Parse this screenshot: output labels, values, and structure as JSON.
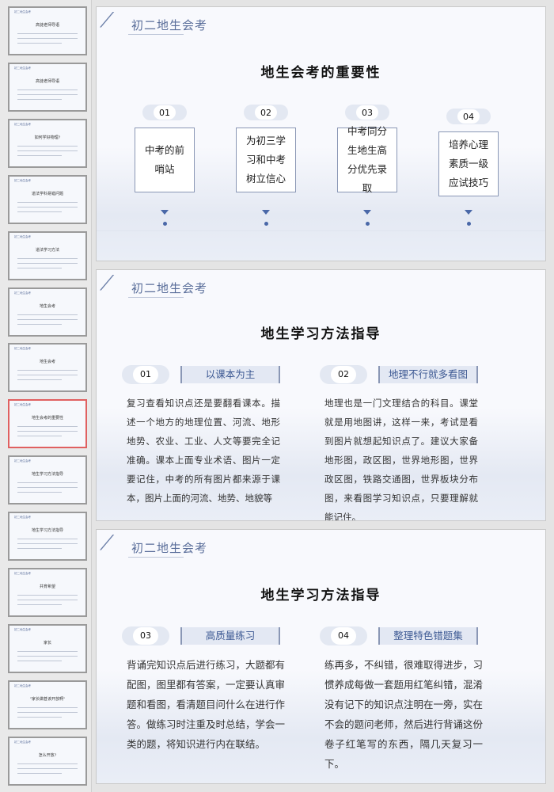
{
  "sidebar": {
    "thumbnails": [
      {
        "title": "高徒老师导语"
      },
      {
        "title": "高徒老师导语"
      },
      {
        "title": "如何学好物理?"
      },
      {
        "title": "道法学科易错问题"
      },
      {
        "title": "道法学习方法"
      },
      {
        "title": "地生会考"
      },
      {
        "title": "地生会考"
      },
      {
        "title": "地生会考的重要性",
        "selected": true
      },
      {
        "title": "地生学习方法指导"
      },
      {
        "title": "地生学习方法指导"
      },
      {
        "title": "共育希望"
      },
      {
        "title": "家长"
      },
      {
        "title": "\"家长做甚该开放啊\""
      },
      {
        "title": "怎么开放?"
      }
    ]
  },
  "slides": [
    {
      "header": "初二地生会考",
      "title": "地生会考的重要性",
      "items": [
        {
          "num": "01",
          "text": "中考的前哨站"
        },
        {
          "num": "02",
          "text": "为初三学习和中考树立信心"
        },
        {
          "num": "03",
          "text": "中考同分生地生高分优先录取"
        },
        {
          "num": "04",
          "text": "培养心理素质一级应试技巧"
        }
      ]
    },
    {
      "header": "初二地生会考",
      "title": "地生学习方法指导",
      "sections": [
        {
          "num": "01",
          "heading": "以课本为主",
          "body": "复习查看知识点还是要翻看课本。描述一个地方的地理位置、河流、地形地势、农业、工业、人文等要完全记准确。课本上面专业术语、图片一定要记住，中考的所有图片都来源于课本，图片上面的河流、地势、地貌等"
        },
        {
          "num": "02",
          "heading": "地理不行就多看图",
          "body": "地理也是一门文理结合的科目。课堂就是用地图讲，这样一来，考试是看到图片就想起知识点了。建议大家备地形图，政区图，世界地形图，世界政区图，铁路交通图，世界板块分布图，来看图学习知识点，只要理解就能记住。"
        }
      ]
    },
    {
      "header": "初二地生会考",
      "title": "地生学习方法指导",
      "sections": [
        {
          "num": "03",
          "heading": "高质量练习",
          "body": "背诵完知识点后进行练习，大题都有配图，图里都有答案，一定要认真审题和看图，看清题目问什么在进行作答。做练习时注重及时总结，学会一类的题，将知识进行内在联结。"
        },
        {
          "num": "04",
          "heading": "整理特色错题集",
          "body": "练再多，不纠错，很难取得进步，习惯养成每做一套题用红笔纠错，混淆没有记下的知识点注明在一旁，实在不会的题问老师，然后进行背诵这份卷子红笔写的东西，隔几天复习一下。"
        }
      ]
    }
  ],
  "colors": {
    "accent": "#4a68a8",
    "header": "#5a6e9a",
    "selected": "#e06060"
  }
}
